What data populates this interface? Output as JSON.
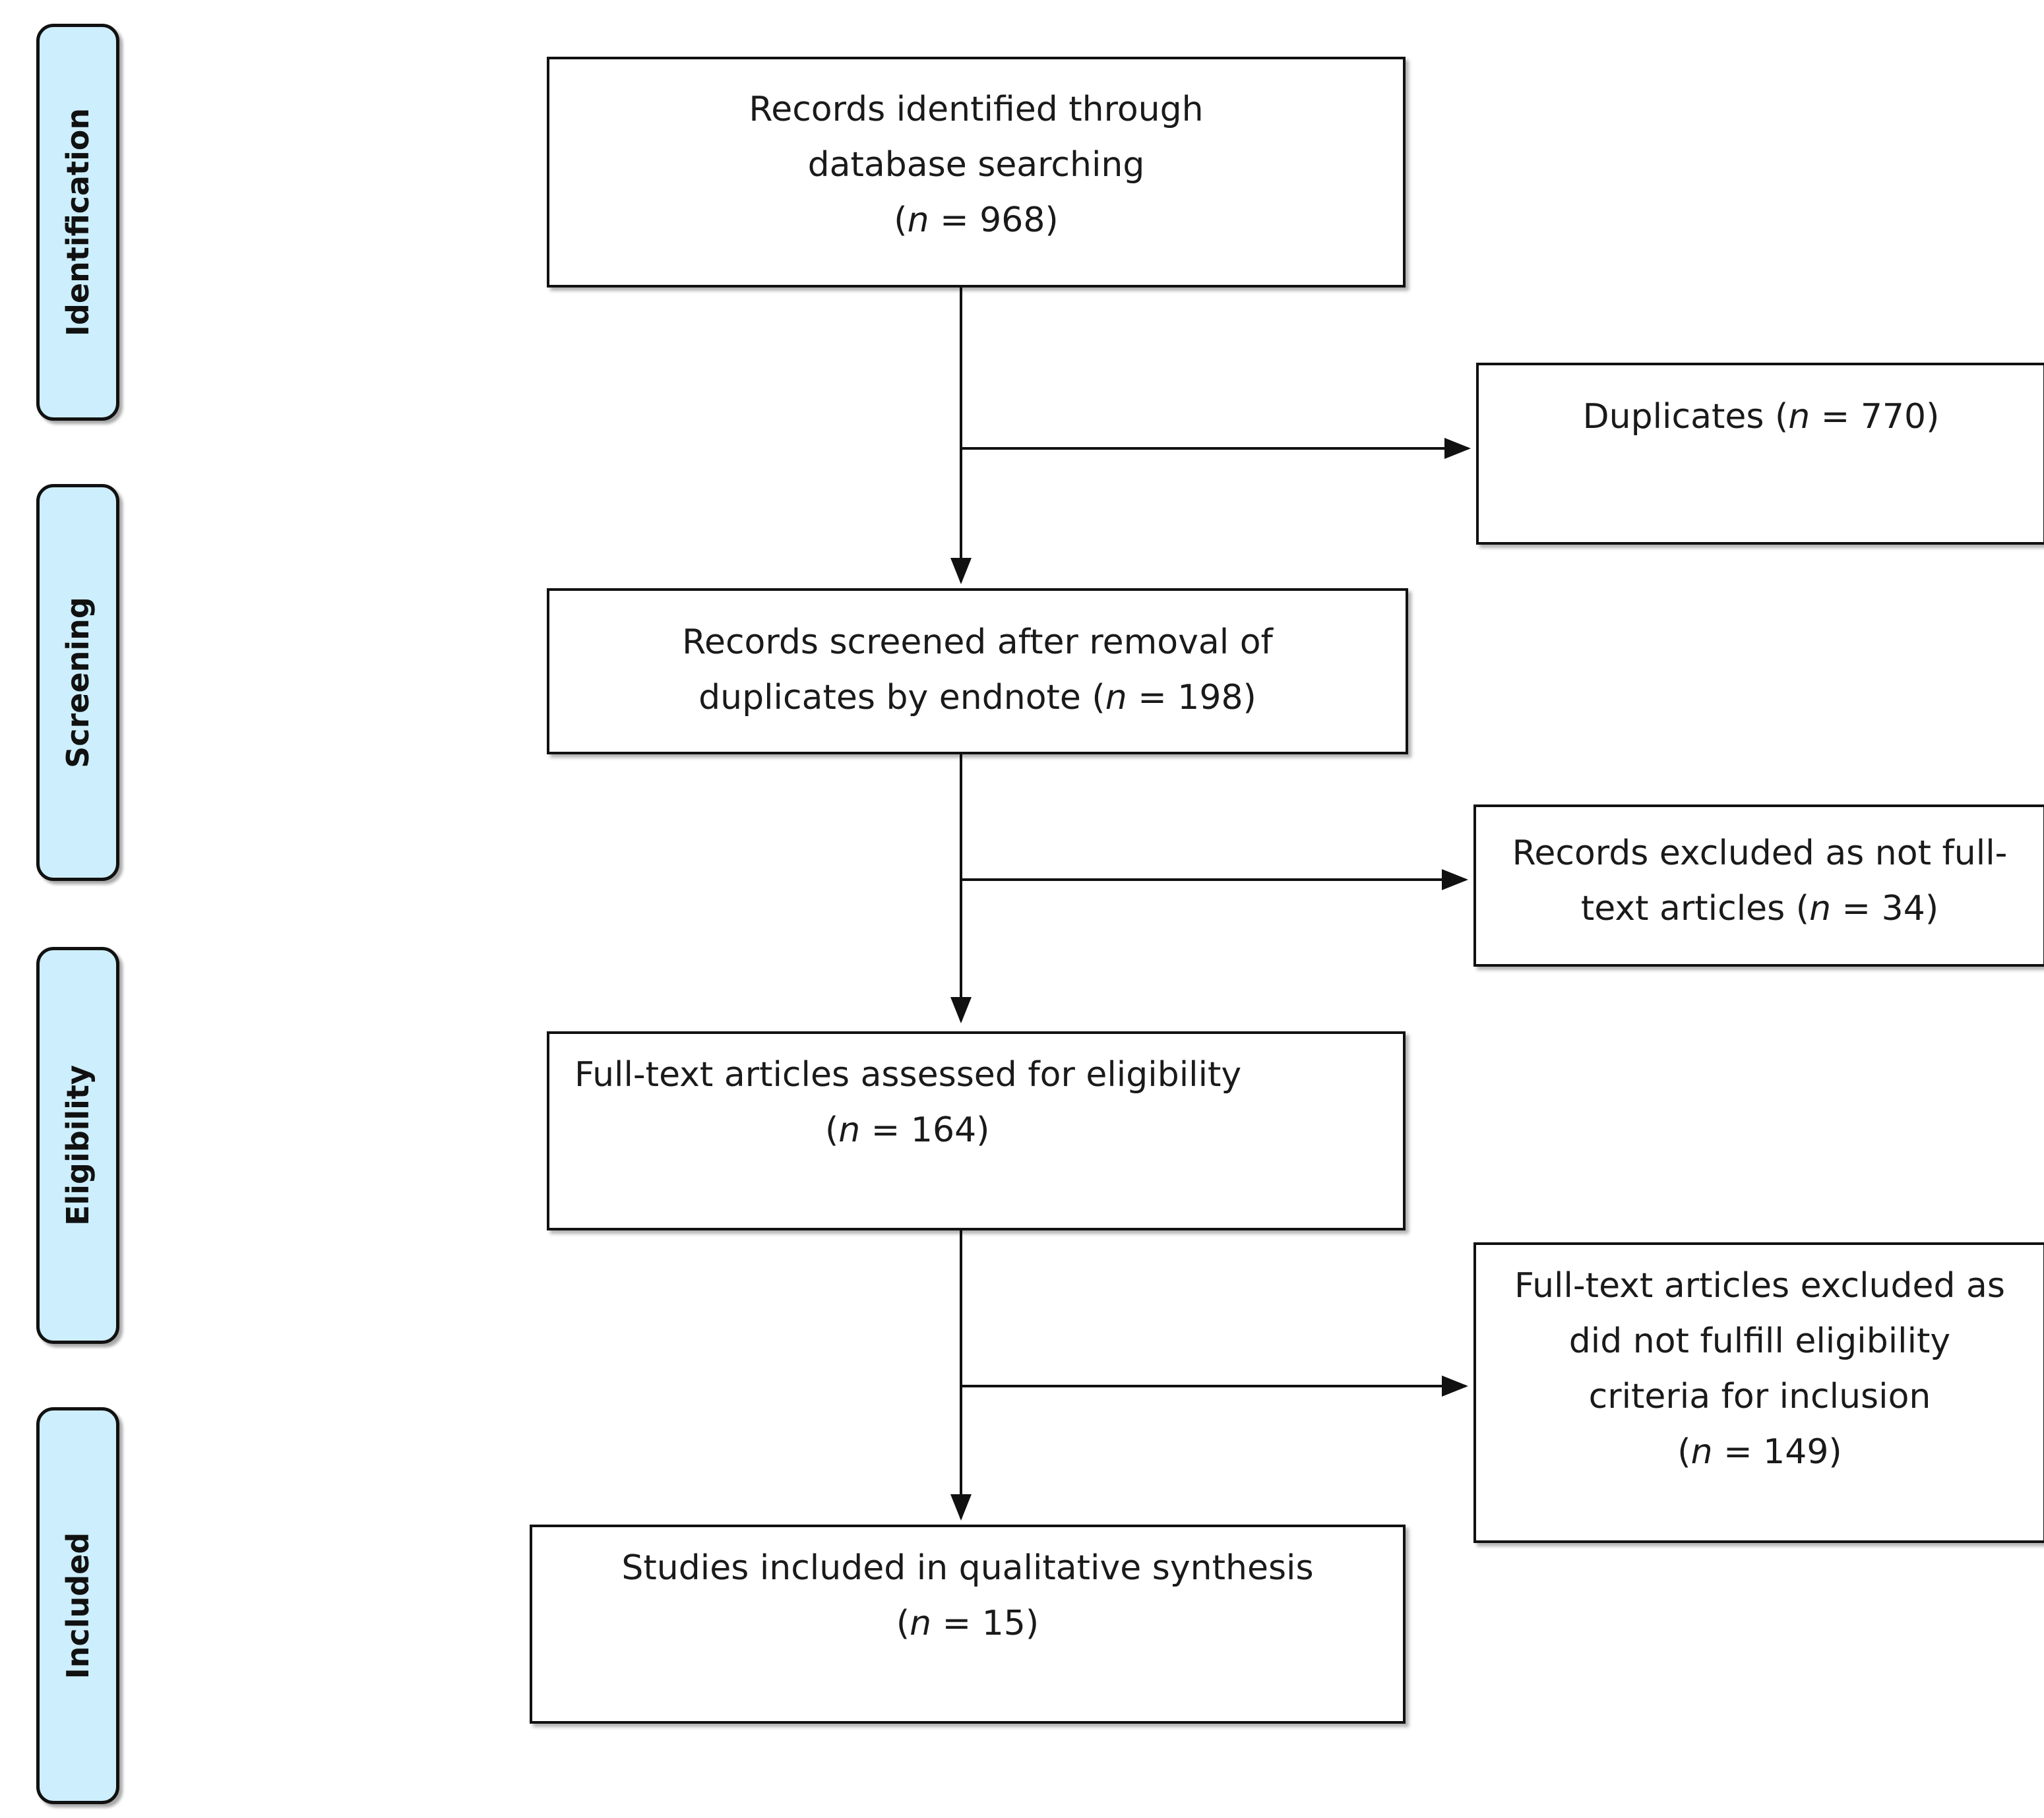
{
  "stages": [
    {
      "id": "identification",
      "label": "Identification"
    },
    {
      "id": "screening",
      "label": "Screening"
    },
    {
      "id": "eligibility",
      "label": "Eligibility"
    },
    {
      "id": "included",
      "label": "Included"
    }
  ],
  "boxes": {
    "records_identified": {
      "line1": "Records identified through",
      "line2": "database searching",
      "n_open": "(",
      "n_var": "n",
      "n_rest": " = 968)"
    },
    "duplicates": {
      "text": "Duplicates (",
      "n_var": "n",
      "n_rest": " = 770)"
    },
    "records_screened": {
      "line1": "Records screened after removal of",
      "line2_text": "duplicates by endnote (",
      "n_var": "n",
      "n_rest": " = 198)"
    },
    "records_excluded": {
      "line1": "Records excluded as not full-",
      "line2_text": "text articles (",
      "n_var": "n",
      "n_rest": " = 34)"
    },
    "fulltext_assessed": {
      "line1": "Full-text articles assessed for eligibility",
      "n_open": "(",
      "n_var": "n",
      "n_rest": " = 164)"
    },
    "fulltext_excluded": {
      "line1": "Full-text articles excluded as",
      "line2": "did not fulfill eligibility",
      "line3": "criteria for inclusion",
      "n_open": "(",
      "n_var": "n",
      "n_rest": " = 149)"
    },
    "studies_included": {
      "line1": "Studies included in qualitative synthesis",
      "n_open": "(",
      "n_var": "n",
      "n_rest": " = 15)"
    }
  }
}
